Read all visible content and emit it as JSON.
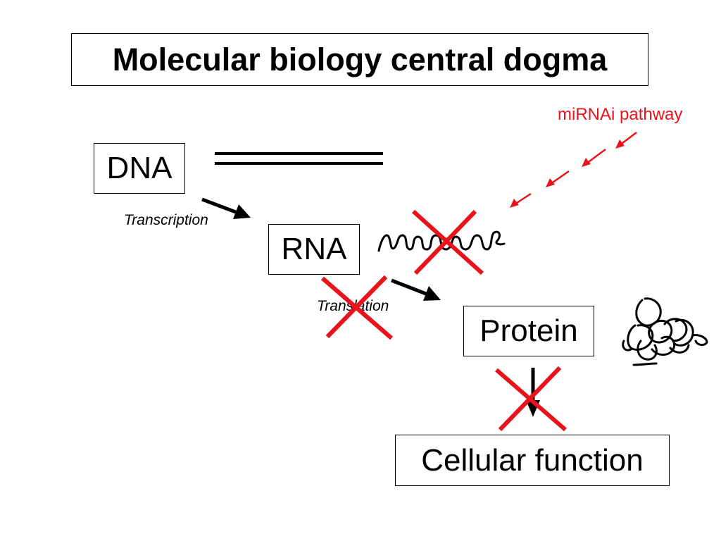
{
  "title": "Molecular biology central dogma",
  "nodes": {
    "dna": "DNA",
    "rna": "RNA",
    "protein": "Protein",
    "cellular_function": "Cellular function"
  },
  "edges": {
    "transcription": "Transcription",
    "translation": "Translation"
  },
  "annotation": {
    "mirnai_pathway": "miRNAi pathway"
  },
  "colors": {
    "inhibition": "#e8131b",
    "text": "#000000"
  }
}
